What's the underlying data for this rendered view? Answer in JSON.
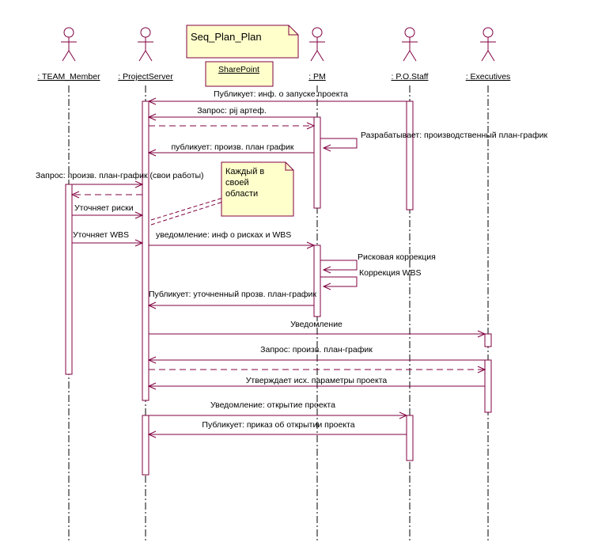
{
  "diagram": {
    "title": "Seq_Plan_Plan",
    "colors": {
      "line": "#800040",
      "note_fill": "#ffffcc",
      "lifeline": "#000000"
    },
    "participants": [
      {
        "id": "team",
        "label": ": TEAM_Member",
        "kind": "actor"
      },
      {
        "id": "server",
        "label": ": ProjectServer",
        "kind": "actor"
      },
      {
        "id": "sharepoint",
        "label": "SharePoint",
        "kind": "object"
      },
      {
        "id": "pm",
        "label": ": PM",
        "kind": "actor"
      },
      {
        "id": "staff",
        "label": ": P.O.Staff",
        "kind": "actor"
      },
      {
        "id": "exec",
        "label": ": Executives",
        "kind": "actor"
      }
    ],
    "messages": [
      {
        "from": "staff",
        "to": "server",
        "label": "Публикует: инф. о запуске проекта",
        "style": "solid"
      },
      {
        "from": "pm",
        "to": "server",
        "label": "Запрос: pij артеф.",
        "style": "solid"
      },
      {
        "from": "server",
        "to": "pm",
        "label": "",
        "style": "dashed"
      },
      {
        "from": "pm",
        "to": "pm",
        "label": "Разрабатывает: производственный план-график",
        "style": "self"
      },
      {
        "from": "pm",
        "to": "server",
        "label": "публикует: произв. план график",
        "style": "solid"
      },
      {
        "from": "team",
        "to": "server",
        "label": "Запрос: произв. план-график (свои работы)",
        "style": "solid"
      },
      {
        "from": "server",
        "to": "team",
        "label": "",
        "style": "dashed"
      },
      {
        "from": "team",
        "to": "server",
        "label": "Уточняет риски",
        "style": "solid"
      },
      {
        "from": "team",
        "to": "server",
        "label": "Уточняет WBS",
        "style": "solid"
      },
      {
        "from": "server",
        "to": "pm",
        "label": "уведомление: инф о рисках и WBS",
        "style": "solid"
      },
      {
        "from": "pm",
        "to": "pm",
        "label": "Рисковая коррекция",
        "style": "self"
      },
      {
        "from": "pm",
        "to": "pm",
        "label": "Коррекция WBS",
        "style": "self"
      },
      {
        "from": "pm",
        "to": "server",
        "label": "Публикует: уточненный прозв. план-график",
        "style": "solid"
      },
      {
        "from": "server",
        "to": "exec",
        "label": "Уведомление",
        "style": "solid"
      },
      {
        "from": "exec",
        "to": "server",
        "label": "Запрос: произв. план-график",
        "style": "solid"
      },
      {
        "from": "server",
        "to": "exec",
        "label": "",
        "style": "dashed"
      },
      {
        "from": "exec",
        "to": "server",
        "label": "Утверждает исх. параметры проекта",
        "style": "solid"
      },
      {
        "from": "server",
        "to": "staff",
        "label": "Уведомление: открытие проекта",
        "style": "solid"
      },
      {
        "from": "staff",
        "to": "server",
        "label": "Публикует: приказ об открытии проекта",
        "style": "solid"
      }
    ],
    "note": {
      "lines": [
        "Каждый в",
        "своей",
        "области"
      ]
    }
  }
}
